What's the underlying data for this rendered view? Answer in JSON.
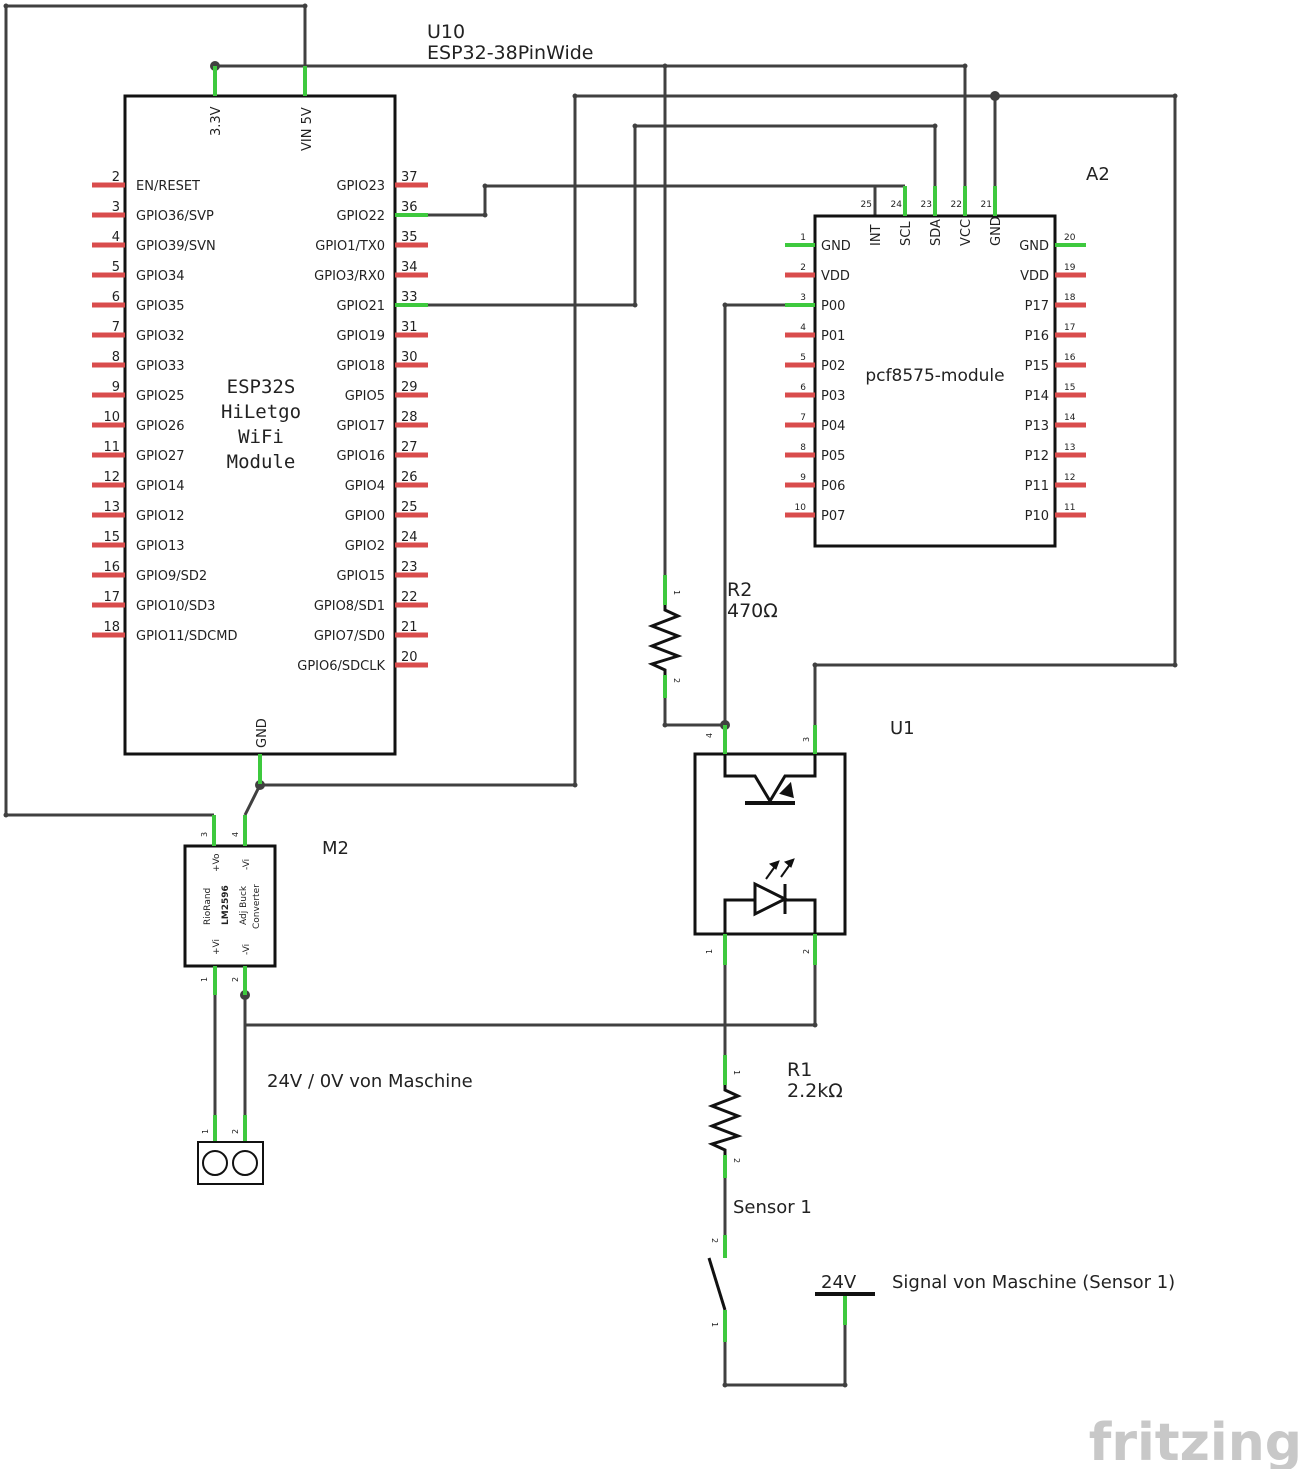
{
  "esp32": {
    "ref": "U10",
    "part": "ESP32-38PinWide",
    "top_pins": [
      "3.3V",
      "VIN 5V"
    ],
    "bottom_pin": "GND",
    "module_text": [
      "ESP32S",
      "HiLetgo",
      "WiFi",
      "Module"
    ],
    "left_pins": [
      {
        "n": "2",
        "label": "EN/RESET"
      },
      {
        "n": "3",
        "label": "GPIO36/SVP"
      },
      {
        "n": "4",
        "label": "GPIO39/SVN"
      },
      {
        "n": "5",
        "label": "GPIO34"
      },
      {
        "n": "6",
        "label": "GPIO35"
      },
      {
        "n": "7",
        "label": "GPIO32"
      },
      {
        "n": "8",
        "label": "GPIO33"
      },
      {
        "n": "9",
        "label": "GPIO25"
      },
      {
        "n": "10",
        "label": "GPIO26"
      },
      {
        "n": "11",
        "label": "GPIO27"
      },
      {
        "n": "12",
        "label": "GPIO14"
      },
      {
        "n": "13",
        "label": "GPIO12"
      },
      {
        "n": "15",
        "label": "GPIO13"
      },
      {
        "n": "16",
        "label": "GPIO9/SD2"
      },
      {
        "n": "17",
        "label": "GPIO10/SD3"
      },
      {
        "n": "18",
        "label": "GPIO11/SDCMD"
      }
    ],
    "right_pins": [
      {
        "n": "37",
        "label": "GPIO23"
      },
      {
        "n": "36",
        "label": "GPIO22"
      },
      {
        "n": "35",
        "label": "GPIO1/TX0"
      },
      {
        "n": "34",
        "label": "GPIO3/RX0"
      },
      {
        "n": "33",
        "label": "GPIO21"
      },
      {
        "n": "31",
        "label": "GPIO19"
      },
      {
        "n": "30",
        "label": "GPIO18"
      },
      {
        "n": "29",
        "label": "GPIO5"
      },
      {
        "n": "28",
        "label": "GPIO17"
      },
      {
        "n": "27",
        "label": "GPIO16"
      },
      {
        "n": "26",
        "label": "GPIO4"
      },
      {
        "n": "25",
        "label": "GPIO0"
      },
      {
        "n": "24",
        "label": "GPIO2"
      },
      {
        "n": "23",
        "label": "GPIO15"
      },
      {
        "n": "22",
        "label": "GPIO8/SD1"
      },
      {
        "n": "21",
        "label": "GPIO7/SD0"
      },
      {
        "n": "20",
        "label": "GPIO6/SDCLK"
      }
    ]
  },
  "pcf": {
    "ref": "A2",
    "name": "pcf8575-module",
    "top_pins": [
      {
        "n": "25",
        "label": "INT"
      },
      {
        "n": "24",
        "label": "SCL"
      },
      {
        "n": "23",
        "label": "SDA"
      },
      {
        "n": "22",
        "label": "VCC"
      },
      {
        "n": "21",
        "label": "GND"
      }
    ],
    "left_pins": [
      {
        "n": "1",
        "label": "GND"
      },
      {
        "n": "2",
        "label": "VDD"
      },
      {
        "n": "3",
        "label": "P00"
      },
      {
        "n": "4",
        "label": "P01"
      },
      {
        "n": "5",
        "label": "P02"
      },
      {
        "n": "6",
        "label": "P03"
      },
      {
        "n": "7",
        "label": "P04"
      },
      {
        "n": "8",
        "label": "P05"
      },
      {
        "n": "9",
        "label": "P06"
      },
      {
        "n": "10",
        "label": "P07"
      }
    ],
    "right_pins": [
      {
        "n": "20",
        "label": "GND"
      },
      {
        "n": "19",
        "label": "VDD"
      },
      {
        "n": "18",
        "label": "P17"
      },
      {
        "n": "17",
        "label": "P16"
      },
      {
        "n": "16",
        "label": "P15"
      },
      {
        "n": "15",
        "label": "P14"
      },
      {
        "n": "14",
        "label": "P13"
      },
      {
        "n": "13",
        "label": "P12"
      },
      {
        "n": "12",
        "label": "P11"
      },
      {
        "n": "11",
        "label": "P10"
      }
    ]
  },
  "r2": {
    "ref": "R2",
    "value": "470Ω",
    "pin1": "1",
    "pin2": "2"
  },
  "r1": {
    "ref": "R1",
    "value": "2.2kΩ",
    "pin1": "1",
    "pin2": "2"
  },
  "u1": {
    "ref": "U1",
    "pins": [
      "4",
      "3",
      "1",
      "2"
    ]
  },
  "m2": {
    "ref": "M2",
    "top_pins": [
      {
        "n": "3",
        "label": "+Vo"
      },
      {
        "n": "4",
        "label": "-Vi"
      }
    ],
    "bottom_pins": [
      {
        "n": "1",
        "label": "+Vi"
      },
      {
        "n": "2",
        "label": "-Vi"
      }
    ],
    "body_text": [
      "RioRand",
      "LM2596",
      "Adj Buck",
      "Converter"
    ]
  },
  "connector": {
    "label": "24V / 0V von Maschine",
    "pins": [
      "1",
      "2"
    ]
  },
  "sensor": {
    "label": "Sensor 1",
    "pins": [
      "2",
      "1"
    ]
  },
  "power": {
    "label": "24V"
  },
  "signal": {
    "label": "Signal von Maschine (Sensor 1)"
  },
  "logo": "fritzing"
}
